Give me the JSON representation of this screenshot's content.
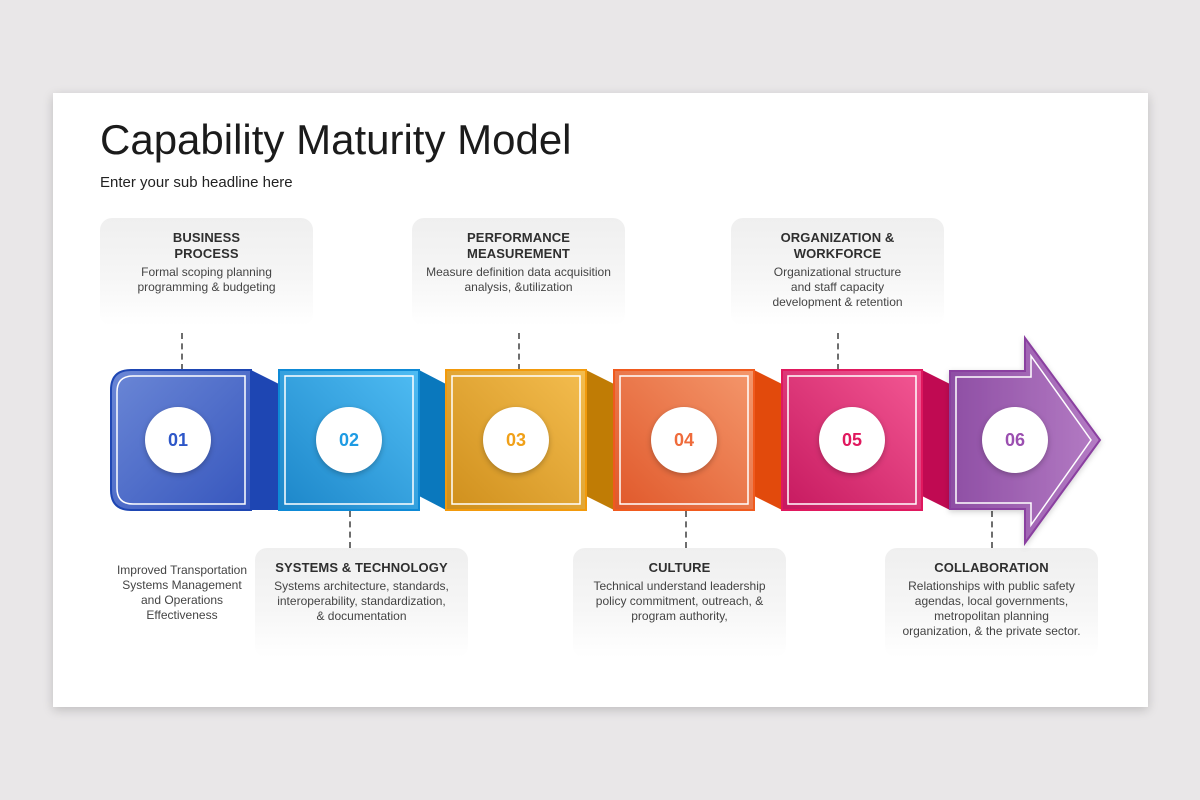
{
  "slide": {
    "title": "Capability Maturity Model",
    "subtitle": "Enter your sub headline here"
  },
  "steps": [
    {
      "number": "01",
      "color": "#3f63c9",
      "side_color": "#1e46b3",
      "num_color": "#2d56c8",
      "card": {
        "title": "BUSINESS\nPROCESS",
        "text": "Formal scoping planning\nprogramming & budgeting"
      }
    },
    {
      "number": "02",
      "color": "#2f9fdf",
      "side_color": "#0a78bd",
      "num_color": "#1e9be3",
      "card": {
        "title": "SYSTEMS & TECHNOLOGY",
        "text": "Systems architecture, standards,\ninteroperability, standardization,\n& documentation"
      }
    },
    {
      "number": "03",
      "color": "#dca235",
      "side_color": "#c07c05",
      "num_color": "#f0a018",
      "card": {
        "title": "PERFORMANCE\nMEASUREMENT",
        "text": "Measure definition data acquisition\nanalysis, &utilization"
      }
    },
    {
      "number": "04",
      "color": "#ec6c3e",
      "side_color": "#e24a0c",
      "num_color": "#ef6b3b",
      "card": {
        "title": "CULTURE",
        "text": "Technical understand leadership\npolicy commitment, outreach, &\nprogram authority,"
      }
    },
    {
      "number": "05",
      "color": "#e0347a",
      "side_color": "#c00a52",
      "num_color": "#e0185e",
      "card": {
        "title": "ORGANIZATION  &\nWORKFORCE",
        "text": "Organizational structure\nand staff capacity\ndevelopment & retention"
      }
    },
    {
      "number": "06",
      "color": "#9c5cae",
      "side_color": "#8a3fa0",
      "num_color": "#9b4fb0",
      "card": {
        "title": "COLLABORATION",
        "text": "Relationships with public safety\nagendas, local governments,\nmetropolitan planning\norganization, & the private sector."
      }
    }
  ],
  "note": "Improved Transportation\nSystems Management\nand Operations\nEffectiveness"
}
